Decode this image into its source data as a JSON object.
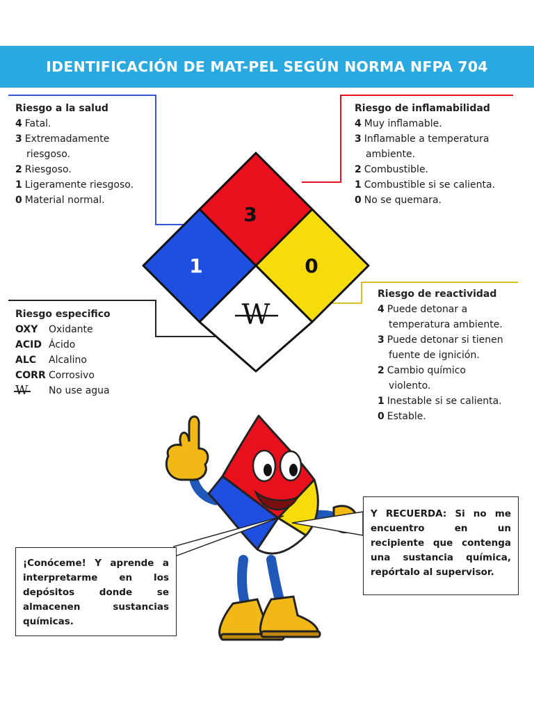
{
  "title": "IDENTIFICACIÓN DE MAT-PEL SEGÚN NORMA NFPA 704",
  "health": {
    "heading": "Riesgo a la salud",
    "items": [
      {
        "num": "4",
        "text": "Fatal."
      },
      {
        "num": "3",
        "text": "Extremadamente",
        "cont": "riesgoso."
      },
      {
        "num": "2",
        "text": "Riesgoso."
      },
      {
        "num": "1",
        "text": "Ligeramente riesgoso."
      },
      {
        "num": "0",
        "text": "Material normal."
      }
    ]
  },
  "flammability": {
    "heading": "Riesgo de inflamabilidad",
    "items": [
      {
        "num": "4",
        "text": "Muy inflamable."
      },
      {
        "num": "3",
        "text": "Inflamable a temperatura",
        "cont": "ambiente."
      },
      {
        "num": "2",
        "text": "Combustible."
      },
      {
        "num": "1",
        "text": "Combustible si se calienta."
      },
      {
        "num": "0",
        "text": "No se quemara."
      }
    ]
  },
  "specific": {
    "heading": "Riesgo especifico",
    "items": [
      {
        "code": "OXY",
        "text": "Oxidante"
      },
      {
        "code": "ACID",
        "text": "Ácido"
      },
      {
        "code": "ALC",
        "text": "Alcalino"
      },
      {
        "code": "CORR",
        "text": "Corrosivo"
      },
      {
        "code": "W",
        "text": "No use agua"
      }
    ]
  },
  "reactivity": {
    "heading": "Riesgo de reactividad",
    "items": [
      {
        "num": "4",
        "text": "Puede detonar a",
        "cont": "temperatura ambiente."
      },
      {
        "num": "3",
        "text": "Puede detonar si tienen",
        "cont": "fuente de ignición."
      },
      {
        "num": "2",
        "text": "Cambio químico",
        "cont": "violento."
      },
      {
        "num": "1",
        "text": "Inestable si se calienta."
      },
      {
        "num": "0",
        "text": "Estable."
      }
    ]
  },
  "diamond": {
    "flammability_value": "3",
    "health_value": "1",
    "reactivity_value": "0",
    "special_symbol": "W",
    "colors": {
      "red": "#e8101c",
      "blue": "#1f4fe0",
      "yellow": "#f6dc0a",
      "white": "#ffffff"
    }
  },
  "callouts": {
    "left": "¡Conóceme! Y aprende a interpretarme en los depósitos donde se almacenen sustancias químicas.",
    "right": "Y RECUERDA: Si no me encuentro en un recipiente que contenga una sustancia química, repórtalo al supervisor."
  },
  "banner_color": "#2aa8e0"
}
